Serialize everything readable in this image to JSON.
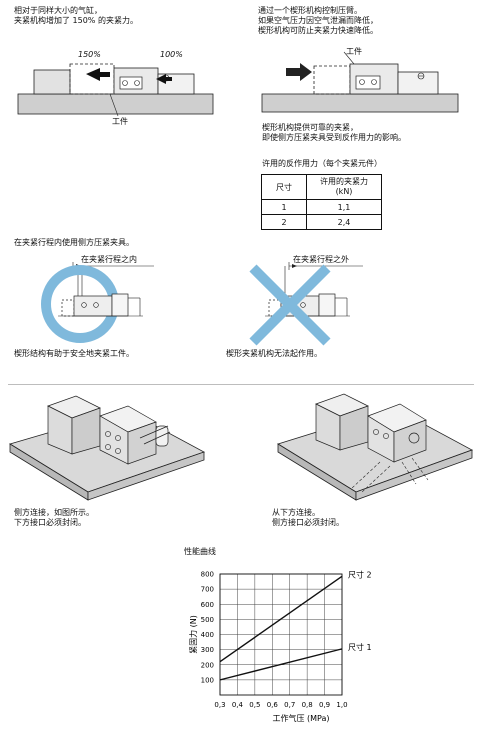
{
  "top_left": {
    "lines": [
      "相对于同样大小的气缸，",
      "夹紧机构增加了 150% 的夹紧力。"
    ],
    "label_150": "150%",
    "label_100": "100%",
    "workpiece": "工件"
  },
  "top_right": {
    "lines": [
      "通过一个楔形机构控制压臂。",
      "如果空气压力因空气泄漏而降低，",
      "楔形机构可防止夹紧力快速降低。"
    ],
    "workpiece": "工件",
    "caption": [
      "楔形机构提供可靠的夹紧，",
      "即使侧方压紧夹具受到反作用力的影响。"
    ]
  },
  "force_table": {
    "title": "许用的反作用力（每个夹紧元件）",
    "headers": [
      "尺寸",
      "许用的夹紧力",
      "(kN)"
    ],
    "rows": [
      [
        "1",
        "1,1"
      ],
      [
        "2",
        "2,4"
      ]
    ]
  },
  "middle": {
    "intro": "在夹紧行程内使用侧方压紧夹具。",
    "left_label": "在夹紧行程之内",
    "right_label": "在夹紧行程之外",
    "left_caption": "楔形结构有助于安全地夹紧工件。",
    "right_caption": "楔形夹紧机构无法起作用。"
  },
  "bottom": {
    "left_caption": [
      "侧方连接，如图所示。",
      "下方接口必须封闭。"
    ],
    "right_caption": [
      "从下方连接。",
      "侧方接口必须封闭。"
    ]
  },
  "chart_data": {
    "type": "line",
    "title": "性能曲线",
    "xlabel": "工作气压 (MPa)",
    "ylabel": "紧固力 (N)",
    "xlim": [
      0.3,
      1.0
    ],
    "ylim": [
      0,
      800
    ],
    "x_ticks": [
      "0,3",
      "0,4",
      "0,5",
      "0,6",
      "0,7",
      "0,8",
      "0,9",
      "1,0"
    ],
    "y_ticks": [
      "100",
      "200",
      "300",
      "400",
      "500",
      "600",
      "700",
      "800"
    ],
    "grid": true,
    "series": [
      {
        "name": "尺寸 2",
        "x": [
          0.3,
          1.0
        ],
        "y": [
          220,
          785
        ]
      },
      {
        "name": "尺寸 1",
        "x": [
          0.3,
          1.0
        ],
        "y": [
          100,
          305
        ]
      }
    ]
  }
}
